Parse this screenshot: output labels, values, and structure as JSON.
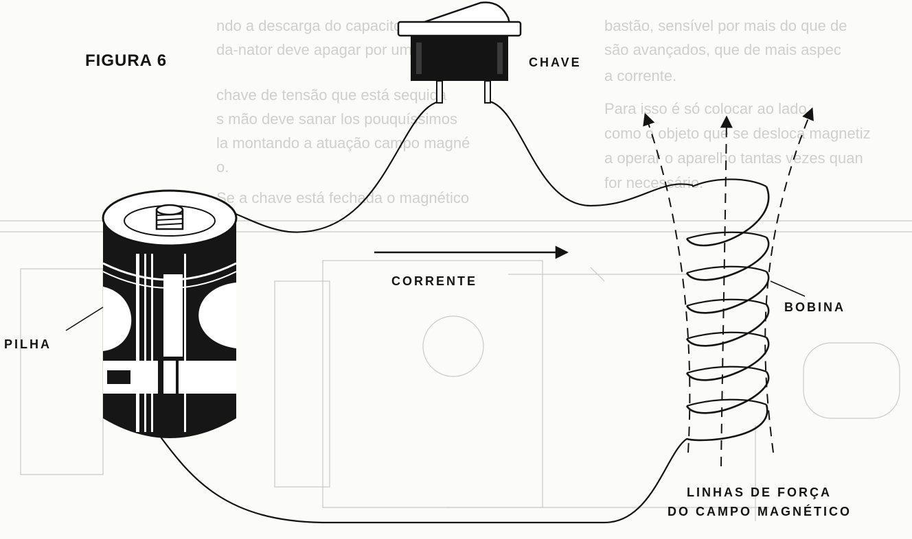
{
  "figure": {
    "title": "FIGURA 6",
    "labels": {
      "switch": "CHAVE",
      "battery": "PILHA",
      "current": "CORRENTE",
      "coil": "BOBINA",
      "field_line1": "LINHAS DE FORÇA",
      "field_line2": "DO CAMPO MAGNÉTICO"
    }
  },
  "bleed_through": {
    "lines": [
      "ndo a descarga do capacitor e a lâmp",
      "da-nator deve apagar por um instante",
      "chave de tensão que está sequida",
      "s mão deve sanar los pouquíssimos",
      "la montando a atuação campo magné",
      "o.",
      "Se a chave está fechada o magnético",
      "bastão, sensível por mais do que de",
      "são avançados, que de mais aspec",
      "a corrente.",
      "Para isso é só colocar ao lado",
      "como o objeto que se desloca magnetiz",
      "a operar o aparelho tantas vezes quan",
      "for necessário."
    ]
  }
}
